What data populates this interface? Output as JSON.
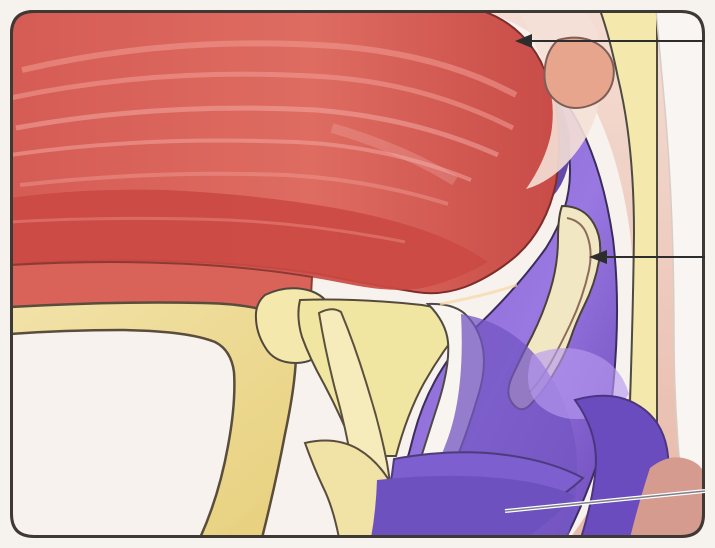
{
  "diagram": {
    "labels": [],
    "pointers": [
      {
        "id": "pointer-1",
        "target": "upper-airway-structure"
      },
      {
        "id": "pointer-2",
        "target": "epiglottis"
      },
      {
        "id": "pointer-3",
        "target": "larynx"
      }
    ],
    "colors": {
      "muscle": "#cf4f4a",
      "muscle_dark": "#a72d2d",
      "muscle_light": "#f08a83",
      "bone": "#f3e7a3",
      "bone_outline": "#5a4d3c",
      "airway": "#8c6ad8",
      "airway_dark": "#5d3ea5",
      "airway_light": "#b89cf1",
      "tissue": "#f0d4c8",
      "frame": "#3f3936",
      "pointer": "#2d2d2d"
    }
  }
}
